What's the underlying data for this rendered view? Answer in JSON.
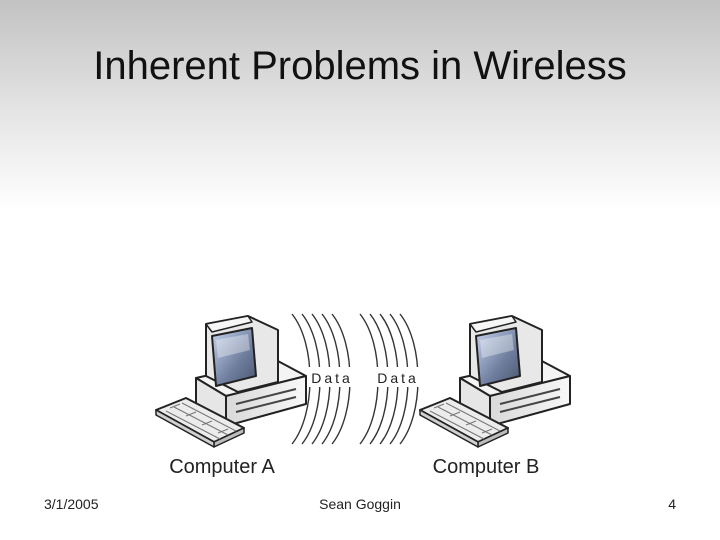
{
  "slide": {
    "title": "Inherent Problems in Wireless"
  },
  "diagram": {
    "computer_a_label": "Computer A",
    "computer_b_label": "Computer B",
    "data_label_1": "Data",
    "data_label_2": "Data",
    "icons": [
      "desktop-computer-icon",
      "keyboard-icon",
      "radio-wave-icon"
    ]
  },
  "footer": {
    "date": "3/1/2005",
    "author": "Sean Goggin",
    "page_number": "4"
  }
}
